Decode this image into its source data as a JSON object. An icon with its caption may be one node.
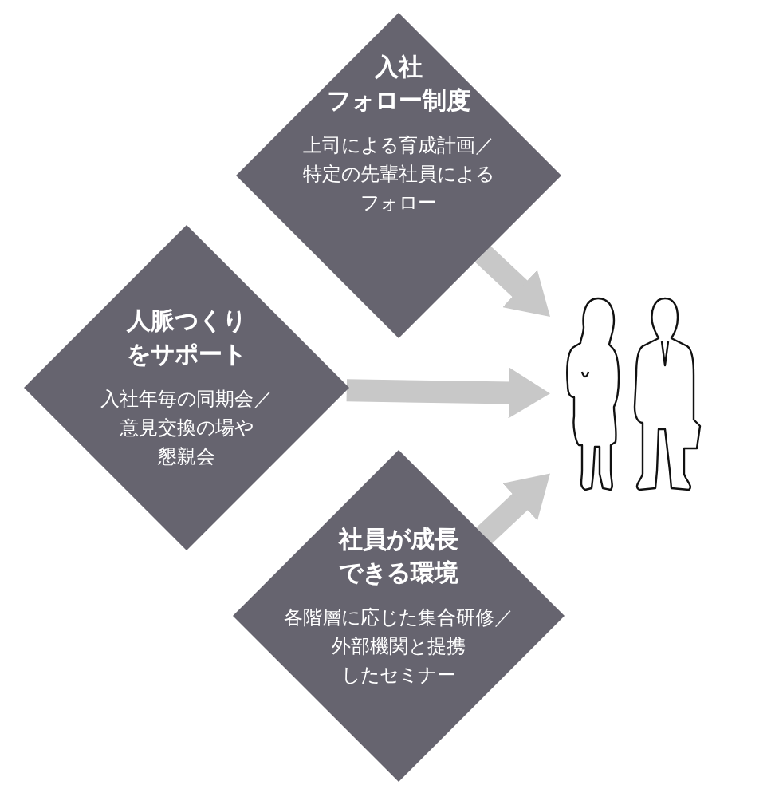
{
  "diagram": {
    "nodes": [
      {
        "text": [
          "入社フォロー制度",
          "上司による育成計画／特定の先輩社員によるフォロー"
        ]
      },
      {
        "text": [
          "人脈つくりをサポート",
          "入社年毎の同期会／意見交換の場や懇親会"
        ]
      },
      {
        "text": [
          "社員が成長できる環境",
          "各階層に応じた集合研修／外部機関と提携したセミナー"
        ]
      },
      {
        "text": [],
        "shape": "person"
      }
    ],
    "edges": [
      {
        "from": 0,
        "to": 3,
        "arrow": "to"
      },
      {
        "from": 1,
        "to": 3,
        "arrow": "to"
      },
      {
        "from": 2,
        "to": 3,
        "arrow": "to"
      }
    ]
  }
}
